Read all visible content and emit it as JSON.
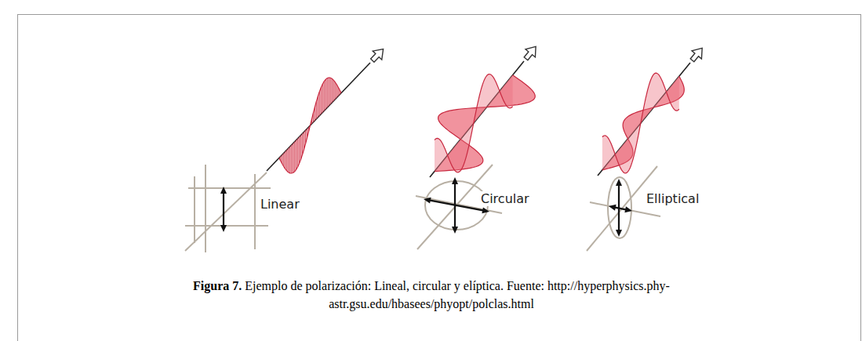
{
  "diagram": {
    "caption": "Figura 7. Ejemplo de polarización: Lineal, circular y elíptica. Fuente: http://hyperphysics.phy-astr.gsu.edu/hbasees/phyopt/polclas.html",
    "labels": [
      "Linear",
      "Circular",
      "Elliptical"
    ]
  }
}
